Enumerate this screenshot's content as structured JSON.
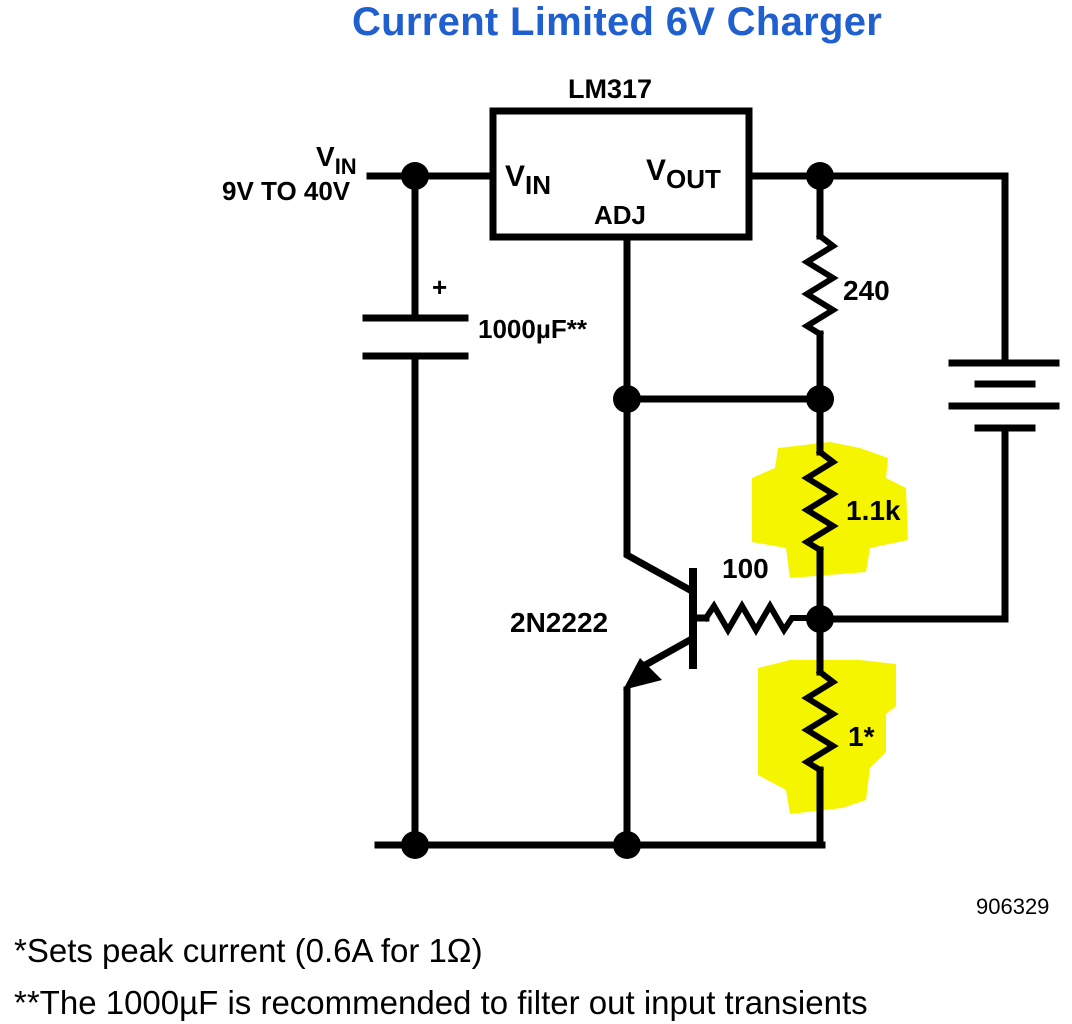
{
  "title": "Current Limited 6V Charger",
  "regulator": {
    "part": "LM317",
    "pin_in": "V",
    "pin_in_sub": "IN",
    "pin_out": "V",
    "pin_out_sub": "OUT",
    "pin_adj": "ADJ"
  },
  "input": {
    "label": "V",
    "label_sub": "IN",
    "range": "9V TO 40V"
  },
  "capacitor": {
    "value": "1000µF**",
    "polarity": "+"
  },
  "resistors": {
    "r1": "240",
    "r2": "1.1k",
    "r3": "100",
    "r4": "1*"
  },
  "transistor": {
    "part": "2N2222"
  },
  "highlight_color": "#f5f500",
  "figure_number": "906329",
  "notes": [
    "*Sets peak current (0.6A for 1Ω)",
    "**The 1000µF is recommended to filter out input transients"
  ]
}
